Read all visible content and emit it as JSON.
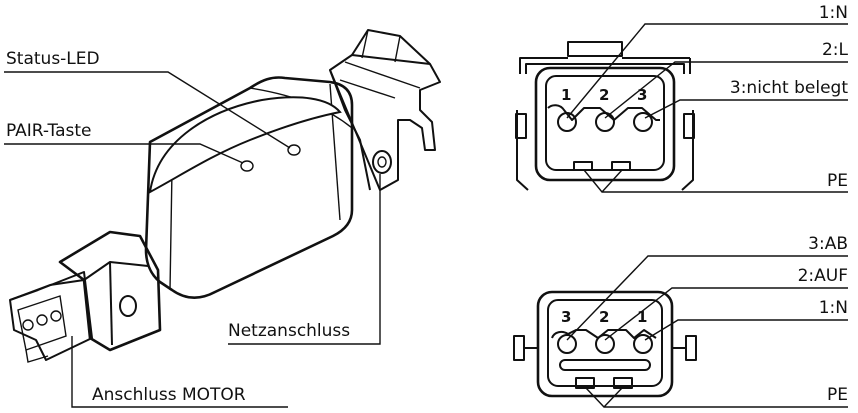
{
  "device_labels": {
    "status_led": "Status-LED",
    "pair_button": "PAIR-Taste",
    "mains": "Netzanschluss",
    "motor": "Anschluss MOTOR"
  },
  "top_connector": {
    "pin_numbers": [
      "1",
      "2",
      "3"
    ],
    "labels": [
      "1:N",
      "2:L",
      "3:nicht belegt",
      "PE"
    ]
  },
  "bottom_connector": {
    "pin_numbers": [
      "3",
      "2",
      "1"
    ],
    "labels": [
      "3:AB",
      "2:AUF",
      "1:N",
      "PE"
    ]
  }
}
